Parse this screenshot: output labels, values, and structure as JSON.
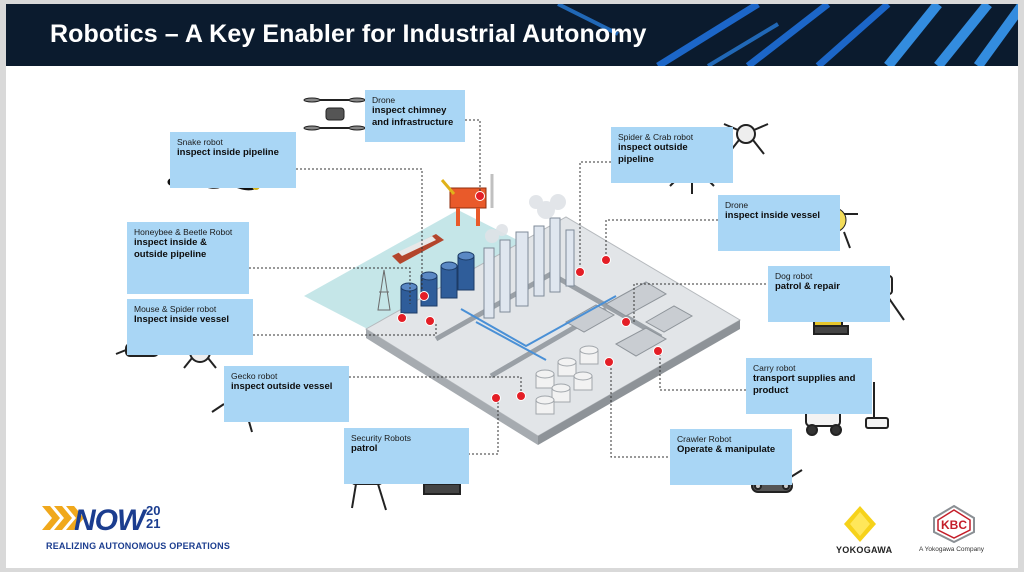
{
  "title": "Robotics – A Key Enabler for Industrial Autonomy",
  "colors": {
    "header_bg": "#0b1b2e",
    "card_bg": "#a9d6f5",
    "accent": "#1b3d8f",
    "marker": "#e41e26"
  },
  "cards": [
    {
      "id": "drone-chimney",
      "sub": "Drone",
      "main": "inspect chimney and infrastructure",
      "icon": "drone-icon"
    },
    {
      "id": "snake",
      "sub": "Snake robot",
      "main": "inspect inside pipeline",
      "icon": "snake-robot-icon"
    },
    {
      "id": "spider-crab",
      "sub": "Spider & Crab robot",
      "main": "inspect outside pipeline",
      "icon": "spider-robot-icon"
    },
    {
      "id": "drone-vessel",
      "sub": "Drone",
      "main": "inspect inside vessel",
      "icon": "drone-icon"
    },
    {
      "id": "honeybee",
      "sub": "Honeybee & Beetle Robot",
      "main": "inspect inside & outside pipeline",
      "icon": "bee-robot-icon"
    },
    {
      "id": "dog",
      "sub": "Dog robot",
      "main": "patrol & repair",
      "icon": "dog-robot-icon"
    },
    {
      "id": "mouse",
      "sub": "Mouse & Spider robot",
      "main": "Inspect inside vessel",
      "icon": "mouse-robot-icon"
    },
    {
      "id": "gecko",
      "sub": "Gecko robot",
      "main": "inspect outside vessel",
      "icon": "gecko-robot-icon"
    },
    {
      "id": "carry",
      "sub": "Carry robot",
      "main": "transport supplies and product",
      "icon": "carry-robot-icon"
    },
    {
      "id": "security",
      "sub": "Security Robots",
      "main": "patrol",
      "icon": "security-robot-icon"
    },
    {
      "id": "crawler",
      "sub": "Crawler Robot",
      "main": "Operate & manipulate",
      "icon": "crawler-robot-icon"
    }
  ],
  "logos": {
    "now_word": "NOW",
    "now_year": "20 21",
    "now_tagline": "REALIZING AUTONOMOUS OPERATIONS",
    "yokogawa": "YOKOGAWA",
    "kbc": "KBC",
    "kbc_tagline": "A Yokogawa Company"
  }
}
